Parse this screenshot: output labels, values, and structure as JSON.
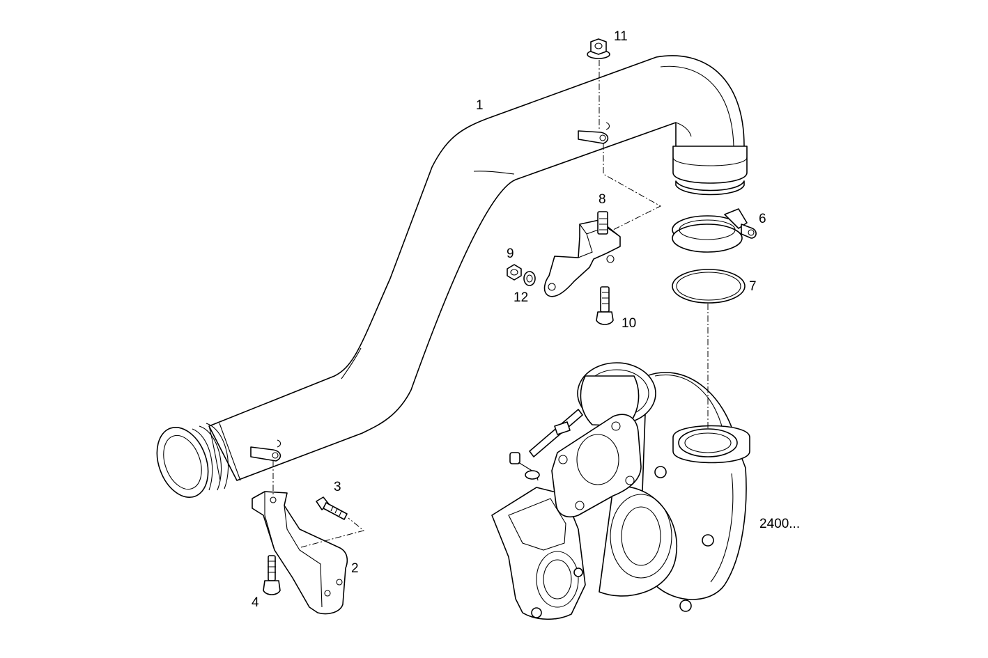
{
  "callouts": {
    "p1": "1",
    "p2": "2",
    "p3": "3",
    "p4": "4",
    "p6": "6",
    "p7": "7",
    "p8": "8",
    "p9": "9",
    "p10": "10",
    "p11": "11",
    "p12": "12"
  },
  "drawing_reference": "2400...",
  "colors": {
    "line": "#000000",
    "background": "#ffffff"
  }
}
